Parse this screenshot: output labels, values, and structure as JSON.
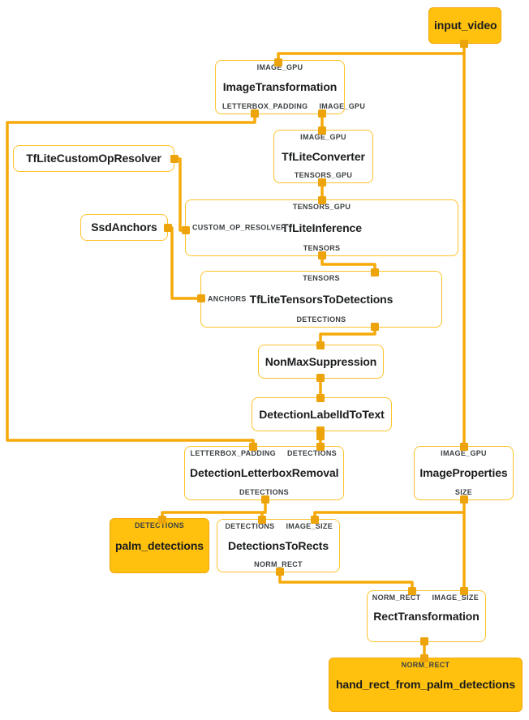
{
  "colors": {
    "edge": "#F6AA0A",
    "node_border": "#FFC32A",
    "stream_node_fill": "#FFC10D",
    "port_marker": "#EDA40B",
    "title_text": "#1A1C1E",
    "port_label_text": "#3C4043",
    "background": "#FFFFFF"
  },
  "nodes": {
    "input_video": {
      "label": "input_video"
    },
    "image_transformation": {
      "label": "ImageTransformation",
      "port_top": "IMAGE_GPU",
      "port_bottom_left": "LETTERBOX_PADDING",
      "port_bottom_right": "IMAGE_GPU"
    },
    "tflite_converter": {
      "label": "TfLiteConverter",
      "port_top": "IMAGE_GPU",
      "port_bottom": "TENSORS_GPU"
    },
    "tflite_custom_op_resolver": {
      "label": "TfLiteCustomOpResolver"
    },
    "tflite_inference": {
      "label": "TfLiteInference",
      "port_top": "TENSORS_GPU",
      "port_left": "CUSTOM_OP_RESOLVER",
      "port_bottom": "TENSORS"
    },
    "ssd_anchors": {
      "label": "SsdAnchors"
    },
    "tflite_tensors_to_detections": {
      "label": "TfLiteTensorsToDetections",
      "port_top": "TENSORS",
      "port_left": "ANCHORS",
      "port_bottom": "DETECTIONS"
    },
    "non_max_suppression": {
      "label": "NonMaxSuppression"
    },
    "detection_label_id_to_text": {
      "label": "DetectionLabelIdToText"
    },
    "detection_letterbox_removal": {
      "label": "DetectionLetterboxRemoval",
      "port_top_left": "LETTERBOX_PADDING",
      "port_top_right": "DETECTIONS",
      "port_bottom": "DETECTIONS"
    },
    "image_properties": {
      "label": "ImageProperties",
      "port_top": "IMAGE_GPU",
      "port_bottom": "SIZE"
    },
    "palm_detections": {
      "label": "palm_detections",
      "port_top": "DETECTIONS"
    },
    "detections_to_rects": {
      "label": "DetectionsToRects",
      "port_top_left": "DETECTIONS",
      "port_top_right": "IMAGE_SIZE",
      "port_bottom": "NORM_RECT"
    },
    "rect_transformation": {
      "label": "RectTransformation",
      "port_top_left": "NORM_RECT",
      "port_top_right": "IMAGE_SIZE"
    },
    "hand_rect_from_palm_detections": {
      "label": "hand_rect_from_palm_detections",
      "port_top": "NORM_RECT"
    }
  },
  "edges": [
    {
      "from": "input_video",
      "to": "ImageTransformation",
      "to_port": "IMAGE_GPU"
    },
    {
      "from": "input_video",
      "to": "ImageProperties",
      "to_port": "IMAGE_GPU"
    },
    {
      "from": "ImageTransformation",
      "from_port": "IMAGE_GPU",
      "to": "TfLiteConverter",
      "to_port": "IMAGE_GPU"
    },
    {
      "from": "ImageTransformation",
      "from_port": "LETTERBOX_PADDING",
      "to": "DetectionLetterboxRemoval",
      "to_port": "LETTERBOX_PADDING"
    },
    {
      "from": "TfLiteConverter",
      "from_port": "TENSORS_GPU",
      "to": "TfLiteInference",
      "to_port": "TENSORS_GPU"
    },
    {
      "from": "TfLiteCustomOpResolver",
      "to": "TfLiteInference",
      "to_port": "CUSTOM_OP_RESOLVER"
    },
    {
      "from": "SsdAnchors",
      "to": "TfLiteTensorsToDetections",
      "to_port": "ANCHORS"
    },
    {
      "from": "TfLiteInference",
      "from_port": "TENSORS",
      "to": "TfLiteTensorsToDetections",
      "to_port": "TENSORS"
    },
    {
      "from": "TfLiteTensorsToDetections",
      "from_port": "DETECTIONS",
      "to": "NonMaxSuppression"
    },
    {
      "from": "NonMaxSuppression",
      "to": "DetectionLabelIdToText"
    },
    {
      "from": "DetectionLabelIdToText",
      "to": "DetectionLetterboxRemoval",
      "to_port": "DETECTIONS"
    },
    {
      "from": "DetectionLetterboxRemoval",
      "from_port": "DETECTIONS",
      "to": "palm_detections"
    },
    {
      "from": "DetectionLetterboxRemoval",
      "from_port": "DETECTIONS",
      "to": "DetectionsToRects",
      "to_port": "DETECTIONS"
    },
    {
      "from": "ImageProperties",
      "from_port": "SIZE",
      "to": "DetectionsToRects",
      "to_port": "IMAGE_SIZE"
    },
    {
      "from": "ImageProperties",
      "from_port": "SIZE",
      "to": "RectTransformation",
      "to_port": "IMAGE_SIZE"
    },
    {
      "from": "DetectionsToRects",
      "from_port": "NORM_RECT",
      "to": "RectTransformation",
      "to_port": "NORM_RECT"
    },
    {
      "from": "RectTransformation",
      "to": "hand_rect_from_palm_detections"
    }
  ]
}
